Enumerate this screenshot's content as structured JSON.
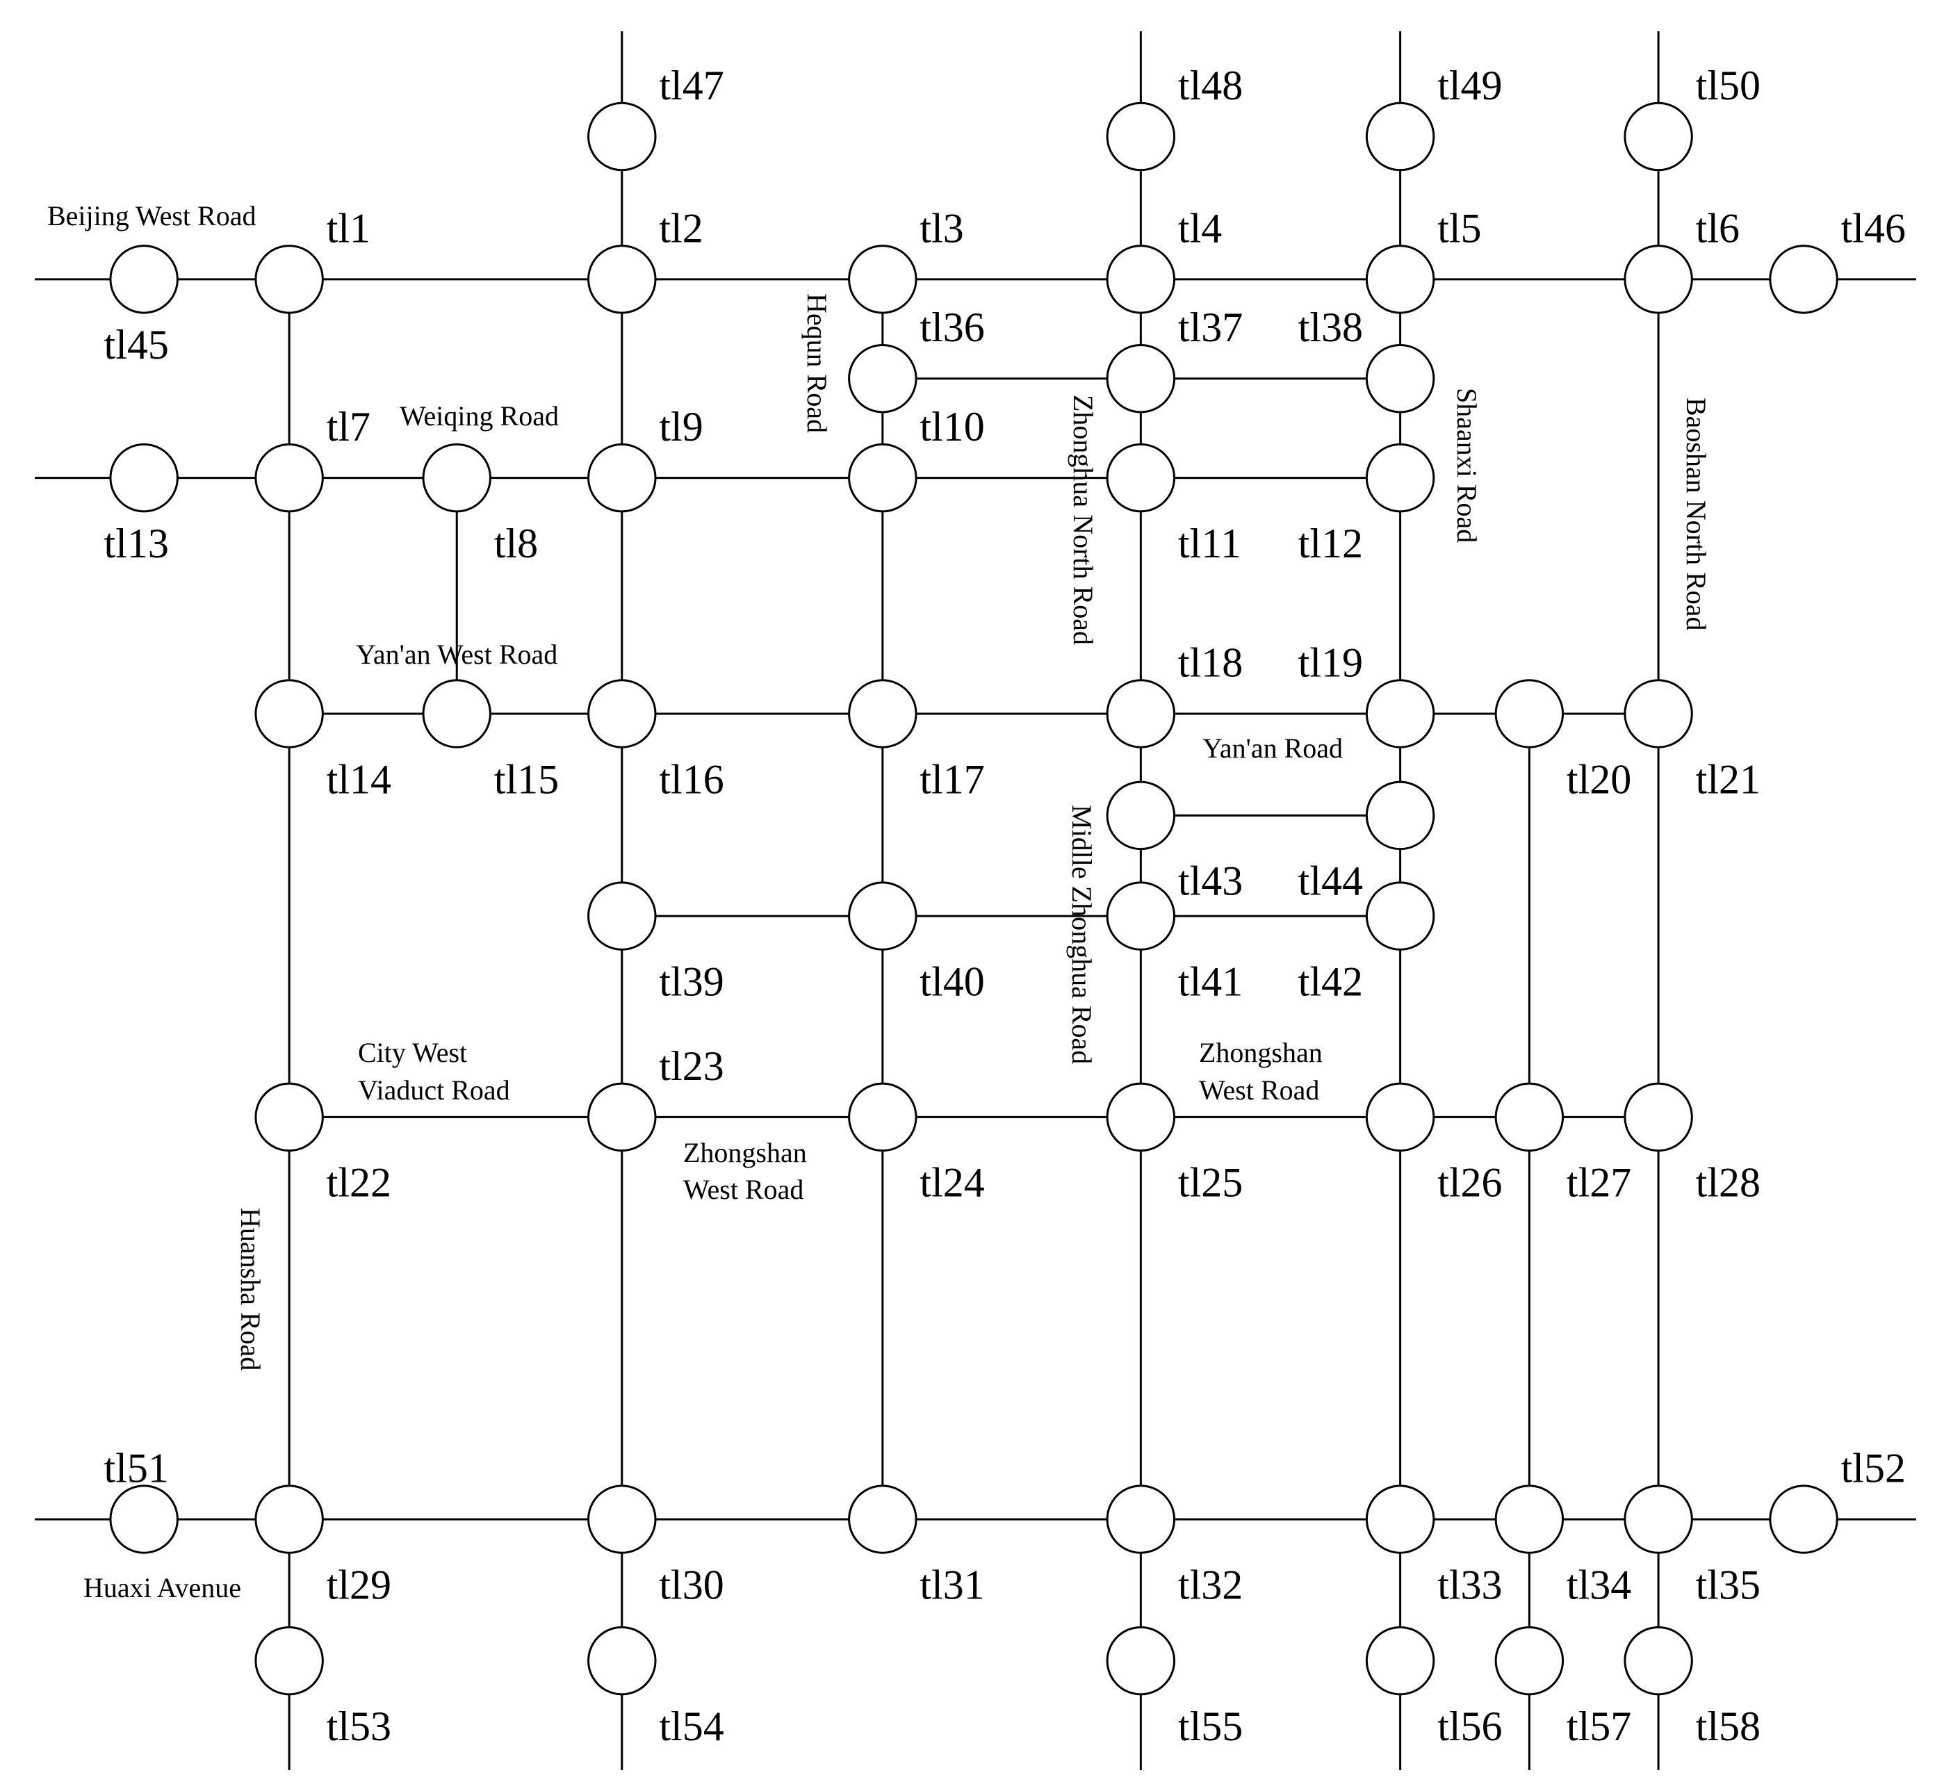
{
  "nodes": [
    {
      "id": "tl1",
      "label": "tl1"
    },
    {
      "id": "tl2",
      "label": "tl2"
    },
    {
      "id": "tl3",
      "label": "tl3"
    },
    {
      "id": "tl4",
      "label": "tl4"
    },
    {
      "id": "tl5",
      "label": "tl5"
    },
    {
      "id": "tl6",
      "label": "tl6"
    },
    {
      "id": "tl7",
      "label": "tl7"
    },
    {
      "id": "tl8",
      "label": "tl8"
    },
    {
      "id": "tl9",
      "label": "tl9"
    },
    {
      "id": "tl10",
      "label": "tl10"
    },
    {
      "id": "tl11",
      "label": "tl11"
    },
    {
      "id": "tl12",
      "label": "tl12"
    },
    {
      "id": "tl13",
      "label": "tl13"
    },
    {
      "id": "tl14",
      "label": "tl14"
    },
    {
      "id": "tl15",
      "label": "tl15"
    },
    {
      "id": "tl16",
      "label": "tl16"
    },
    {
      "id": "tl17",
      "label": "tl17"
    },
    {
      "id": "tl18",
      "label": "tl18"
    },
    {
      "id": "tl19",
      "label": "tl19"
    },
    {
      "id": "tl20",
      "label": "tl20"
    },
    {
      "id": "tl21",
      "label": "tl21"
    },
    {
      "id": "tl22",
      "label": "tl22"
    },
    {
      "id": "tl23",
      "label": "tl23"
    },
    {
      "id": "tl24",
      "label": "tl24"
    },
    {
      "id": "tl25",
      "label": "tl25"
    },
    {
      "id": "tl26",
      "label": "tl26"
    },
    {
      "id": "tl27",
      "label": "tl27"
    },
    {
      "id": "tl28",
      "label": "tl28"
    },
    {
      "id": "tl29",
      "label": "tl29"
    },
    {
      "id": "tl30",
      "label": "tl30"
    },
    {
      "id": "tl31",
      "label": "tl31"
    },
    {
      "id": "tl32",
      "label": "tl32"
    },
    {
      "id": "tl33",
      "label": "tl33"
    },
    {
      "id": "tl34",
      "label": "tl34"
    },
    {
      "id": "tl35",
      "label": "tl35"
    },
    {
      "id": "tl36",
      "label": "tl36"
    },
    {
      "id": "tl37",
      "label": "tl37"
    },
    {
      "id": "tl38",
      "label": "tl38"
    },
    {
      "id": "tl39",
      "label": "tl39"
    },
    {
      "id": "tl40",
      "label": "tl40"
    },
    {
      "id": "tl41",
      "label": "tl41"
    },
    {
      "id": "tl42",
      "label": "tl42"
    },
    {
      "id": "tl43",
      "label": "tl43"
    },
    {
      "id": "tl44",
      "label": "tl44"
    },
    {
      "id": "tl45",
      "label": "tl45"
    },
    {
      "id": "tl46",
      "label": "tl46"
    },
    {
      "id": "tl47",
      "label": "tl47"
    },
    {
      "id": "tl48",
      "label": "tl48"
    },
    {
      "id": "tl49",
      "label": "tl49"
    },
    {
      "id": "tl50",
      "label": "tl50"
    },
    {
      "id": "tl51",
      "label": "tl51"
    },
    {
      "id": "tl52",
      "label": "tl52"
    },
    {
      "id": "tl53",
      "label": "tl53"
    },
    {
      "id": "tl54",
      "label": "tl54"
    },
    {
      "id": "tl55",
      "label": "tl55"
    },
    {
      "id": "tl56",
      "label": "tl56"
    },
    {
      "id": "tl57",
      "label": "tl57"
    },
    {
      "id": "tl58",
      "label": "tl58"
    }
  ],
  "edges": [
    [
      "tl45",
      "tl1"
    ],
    [
      "tl1",
      "tl2"
    ],
    [
      "tl2",
      "tl3"
    ],
    [
      "tl3",
      "tl4"
    ],
    [
      "tl4",
      "tl5"
    ],
    [
      "tl5",
      "tl6"
    ],
    [
      "tl6",
      "tl46"
    ],
    [
      "tl3",
      "tl36"
    ],
    [
      "tl36",
      "tl10"
    ],
    [
      "tl36",
      "tl37"
    ],
    [
      "tl4",
      "tl37"
    ],
    [
      "tl37",
      "tl11"
    ],
    [
      "tl37",
      "tl38"
    ],
    [
      "tl5",
      "tl38"
    ],
    [
      "tl38",
      "tl12"
    ],
    [
      "tl13",
      "tl7"
    ],
    [
      "tl7",
      "tl8"
    ],
    [
      "tl8",
      "tl9"
    ],
    [
      "tl9",
      "tl10"
    ],
    [
      "tl10",
      "tl11"
    ],
    [
      "tl11",
      "tl12"
    ],
    [
      "tl1",
      "tl7"
    ],
    [
      "tl2",
      "tl9"
    ],
    [
      "tl47",
      "tl2"
    ],
    [
      "tl48",
      "tl4"
    ],
    [
      "tl49",
      "tl5"
    ],
    [
      "tl50",
      "tl6"
    ],
    [
      "tl8",
      "tl15"
    ],
    [
      "tl7",
      "tl14"
    ],
    [
      "tl9",
      "tl16"
    ],
    [
      "tl10",
      "tl17"
    ],
    [
      "tl11",
      "tl18"
    ],
    [
      "tl12",
      "tl19"
    ],
    [
      "tl6",
      "tl21"
    ],
    [
      "tl14",
      "tl15"
    ],
    [
      "tl15",
      "tl16"
    ],
    [
      "tl16",
      "tl17"
    ],
    [
      "tl17",
      "tl18"
    ],
    [
      "tl18",
      "tl19"
    ],
    [
      "tl19",
      "tl20"
    ],
    [
      "tl20",
      "tl21"
    ],
    [
      "tl18",
      "tl43"
    ],
    [
      "tl43",
      "tl44"
    ],
    [
      "tl19",
      "tl44"
    ],
    [
      "tl43",
      "tl41"
    ],
    [
      "tl44",
      "tl42"
    ],
    [
      "tl16",
      "tl39"
    ],
    [
      "tl39",
      "tl40"
    ],
    [
      "tl17",
      "tl40"
    ],
    [
      "tl40",
      "tl41"
    ],
    [
      "tl41",
      "tl42"
    ],
    [
      "tl39",
      "tl23"
    ],
    [
      "tl40",
      "tl24"
    ],
    [
      "tl41",
      "tl25"
    ],
    [
      "tl42",
      "tl26"
    ],
    [
      "tl20",
      "tl27"
    ],
    [
      "tl21",
      "tl28"
    ],
    [
      "tl14",
      "tl22"
    ],
    [
      "tl22",
      "tl23"
    ],
    [
      "tl23",
      "tl24"
    ],
    [
      "tl24",
      "tl25"
    ],
    [
      "tl25",
      "tl26"
    ],
    [
      "tl26",
      "tl27"
    ],
    [
      "tl27",
      "tl28"
    ],
    [
      "tl22",
      "tl29"
    ],
    [
      "tl23",
      "tl30"
    ],
    [
      "tl24",
      "tl31"
    ],
    [
      "tl25",
      "tl32"
    ],
    [
      "tl26",
      "tl33"
    ],
    [
      "tl27",
      "tl34"
    ],
    [
      "tl28",
      "tl35"
    ],
    [
      "tl51",
      "tl29"
    ],
    [
      "tl29",
      "tl30"
    ],
    [
      "tl30",
      "tl31"
    ],
    [
      "tl31",
      "tl32"
    ],
    [
      "tl32",
      "tl33"
    ],
    [
      "tl33",
      "tl34"
    ],
    [
      "tl34",
      "tl35"
    ],
    [
      "tl35",
      "tl52"
    ],
    [
      "tl29",
      "tl53"
    ],
    [
      "tl30",
      "tl54"
    ],
    [
      "tl32",
      "tl55"
    ],
    [
      "tl33",
      "tl56"
    ],
    [
      "tl34",
      "tl57"
    ],
    [
      "tl35",
      "tl58"
    ]
  ],
  "roads": {
    "beijing_west": "Beijing West Road",
    "weiqing": "Weiqing Road",
    "yanan_west": "Yan'an West Road",
    "yanan": "Yan'an Road",
    "hequn": "Hequn Road",
    "zhonghua_north": "Zhonghua North Road",
    "shaanxi": "Shaanxi Road",
    "baoshan_north": "Baoshan North Road",
    "middle_zhonghua": "Midlle Zhonghua Road",
    "city_west_1": "City West",
    "city_west_2": "Viaduct Road",
    "zhongshan_west_a1": "Zhongshan",
    "zhongshan_west_a2": "West Road",
    "zhongshan_west_b1": "Zhongshan",
    "zhongshan_west_b2": "West Road",
    "huansha": "Huansha Road",
    "huaxi": "Huaxi Avenue"
  }
}
